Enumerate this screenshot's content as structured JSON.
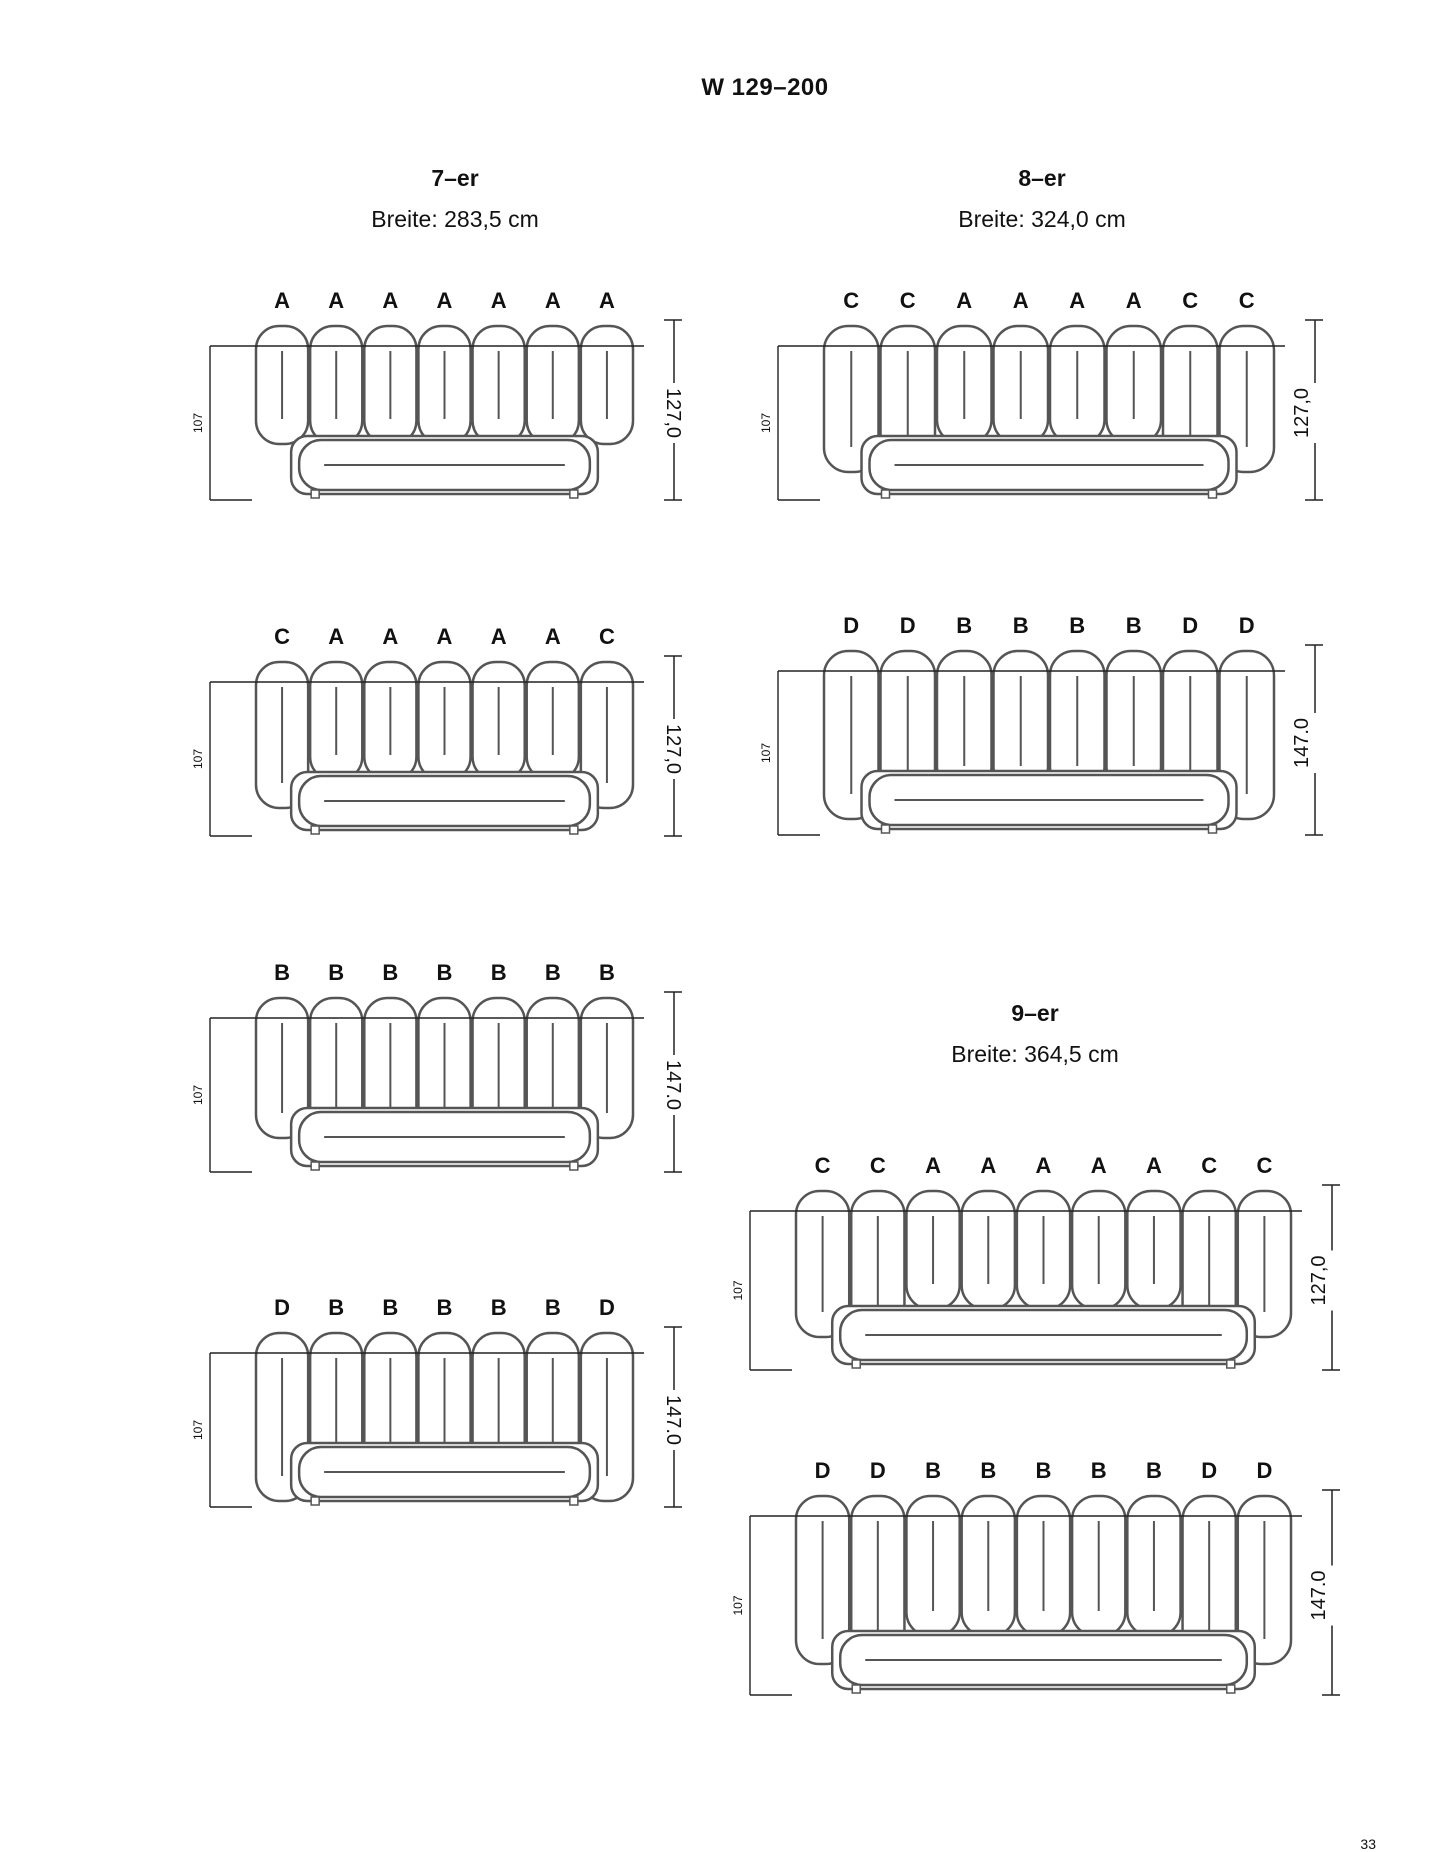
{
  "page_title": "W 129–200",
  "page_number": "33",
  "groups": [
    {
      "name": "7–er",
      "width": "Breite: 283,5 cm"
    },
    {
      "name": "8–er",
      "width": "Breite: 324,0 cm"
    },
    {
      "name": "9–er",
      "width": "Breite: 364,5 cm"
    }
  ],
  "beds": [
    {
      "labels": [
        "A",
        "A",
        "A",
        "A",
        "A",
        "A",
        "A"
      ],
      "height_label": "127,0",
      "depth_label": "107"
    },
    {
      "labels": [
        "C",
        "A",
        "A",
        "A",
        "A",
        "A",
        "C"
      ],
      "height_label": "127,0",
      "depth_label": "107"
    },
    {
      "labels": [
        "B",
        "B",
        "B",
        "B",
        "B",
        "B",
        "B"
      ],
      "height_label": "147.0",
      "depth_label": "107"
    },
    {
      "labels": [
        "D",
        "B",
        "B",
        "B",
        "B",
        "B",
        "D"
      ],
      "height_label": "147.0",
      "depth_label": "107"
    },
    {
      "labels": [
        "C",
        "C",
        "A",
        "A",
        "A",
        "A",
        "C",
        "C"
      ],
      "height_label": "127,0",
      "depth_label": "107"
    },
    {
      "labels": [
        "D",
        "D",
        "B",
        "B",
        "B",
        "B",
        "D",
        "D"
      ],
      "height_label": "147.0",
      "depth_label": "107"
    },
    {
      "labels": [
        "C",
        "C",
        "A",
        "A",
        "A",
        "A",
        "A",
        "C",
        "C"
      ],
      "height_label": "127,0",
      "depth_label": "107"
    },
    {
      "labels": [
        "D",
        "D",
        "B",
        "B",
        "B",
        "B",
        "B",
        "D",
        "D"
      ],
      "height_label": "147.0",
      "depth_label": "107"
    }
  ],
  "colors": {
    "outline": "#555555",
    "dimension": "#222222",
    "text": "#111111"
  }
}
